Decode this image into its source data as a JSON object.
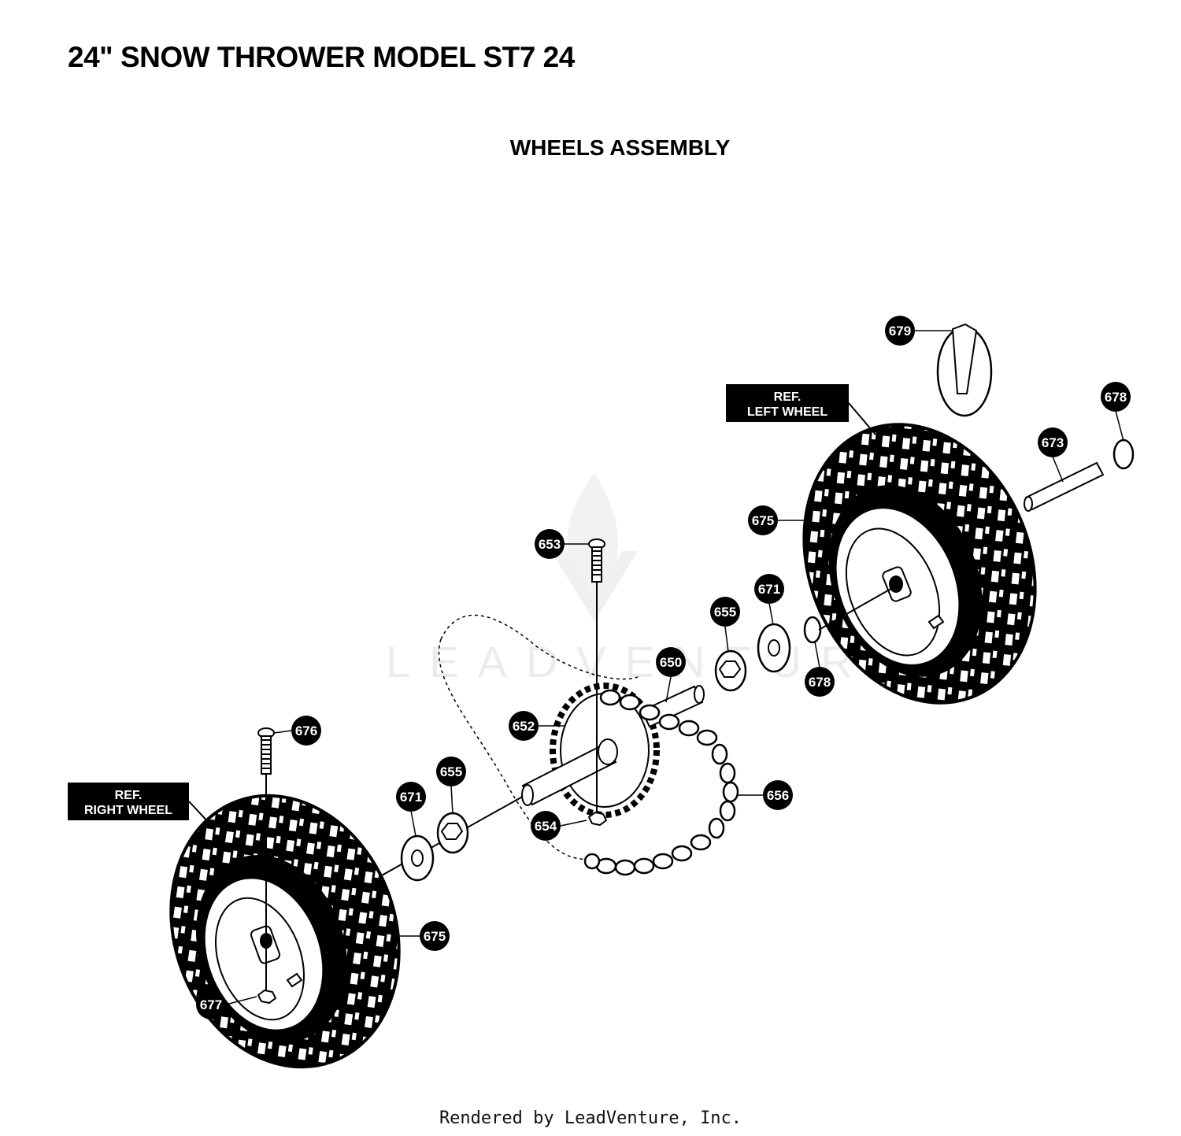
{
  "header": {
    "title": "24\" SNOW THROWER MODEL ST7 24",
    "subtitle": "WHEELS ASSEMBLY"
  },
  "references": {
    "left_wheel": {
      "line1": "REF.",
      "line2": "LEFT WHEEL"
    },
    "right_wheel": {
      "line1": "REF.",
      "line2": "RIGHT WHEEL"
    }
  },
  "callouts": {
    "c679": "679",
    "c678_top": "678",
    "c673": "673",
    "c675_left": "675",
    "c653": "653",
    "c655_upper": "655",
    "c671_upper": "671",
    "c678_lower": "678",
    "c650": "650",
    "c652": "652",
    "c676": "676",
    "c655_lower": "655",
    "c671_lower": "671",
    "c656": "656",
    "c654": "654",
    "c675_right": "675",
    "c677": "677"
  },
  "watermark": "LEADVENTURE",
  "footer": "Rendered by LeadVenture, Inc."
}
